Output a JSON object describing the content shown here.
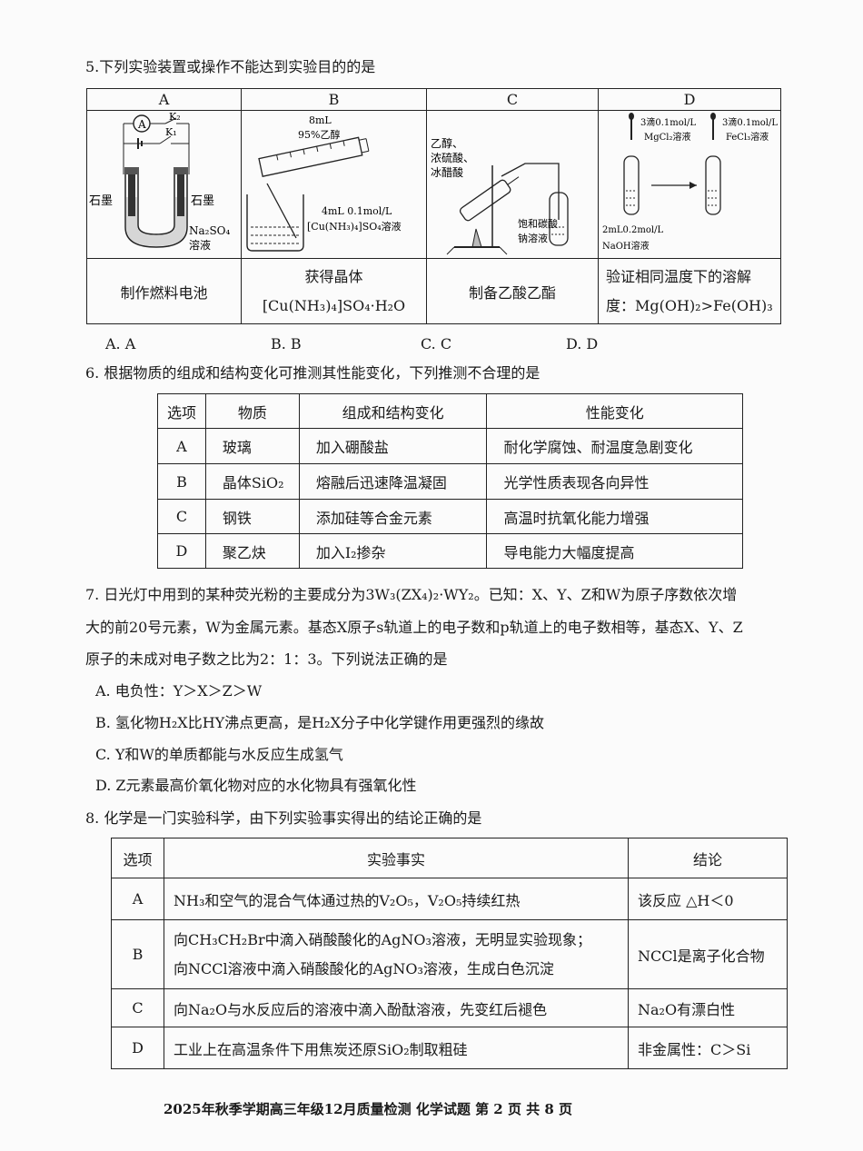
{
  "q5": {
    "stem": "5.下列实验装置或操作不能达到实验目的的是",
    "headers": [
      "A",
      "B",
      "C",
      "D"
    ],
    "labels": {
      "a_ammeter": "A",
      "a_k2": "K₂",
      "a_k1": "K₁",
      "a_left_electrode": "石墨",
      "a_right_electrode": "石墨",
      "a_solution_1": "Na₂SO₄",
      "a_solution_2": "溶液",
      "b_ethanol_1": "8mL",
      "b_ethanol_2": "95%乙醇",
      "b_sol_1": "4mL 0.1mol/L",
      "b_sol_2": "[Cu(NH₃)₄]SO₄溶液",
      "c_reagents_1": "乙醇、",
      "c_reagents_2": "浓硫酸、",
      "c_reagents_3": "冰醋酸",
      "c_receiver_1": "饱和碳酸",
      "c_receiver_2": "钠溶液",
      "d_drop1_1": "3滴0.1mol/L",
      "d_drop1_2": "MgCl₂溶液",
      "d_drop2_1": "3滴0.1mol/L",
      "d_drop2_2": "FeCl₃溶液",
      "d_base_1": "2mL0.2mol/L",
      "d_base_2": "NaOH溶液"
    },
    "purposes": {
      "a": "制作燃料电池",
      "b_1": "获得晶体",
      "b_2": "[Cu(NH₃)₄]SO₄·H₂O",
      "c": "制备乙酸乙酯",
      "d_1": "验证相同温度下的溶解",
      "d_2": "度：Mg(OH)₂>Fe(OH)₃"
    },
    "options": [
      "A.  A",
      "B.  B",
      "C.  C",
      "D.  D"
    ]
  },
  "q6": {
    "stem": "6. 根据物质的组成和结构变化可推测其性能变化，下列推测不合理的是",
    "headers": [
      "选项",
      "物质",
      "组成和结构变化",
      "性能变化"
    ],
    "rows": [
      [
        "A",
        "玻璃",
        "加入硼酸盐",
        "耐化学腐蚀、耐温度急剧变化"
      ],
      [
        "B",
        "晶体SiO₂",
        "熔融后迅速降温凝固",
        "光学性质表现各向异性"
      ],
      [
        "C",
        "钢铁",
        "添加硅等合金元素",
        "高温时抗氧化能力增强"
      ],
      [
        "D",
        "聚乙炔",
        "加入I₂掺杂",
        "导电能力大幅度提高"
      ]
    ]
  },
  "q7": {
    "line1": "7. 日光灯中用到的某种荧光粉的主要成分为3W₃(ZX₄)₂·WY₂。已知：X、Y、Z和W为原子序数依次增",
    "line2": "大的前20号元素，W为金属元素。基态X原子s轨道上的电子数和p轨道上的电子数相等，基态X、Y、Z",
    "line3": "原子的未成对电子数之比为2：1：3。下列说法正确的是",
    "options": [
      "A. 电负性：Y＞X＞Z＞W",
      "B. 氢化物H₂X比HY沸点更高，是H₂X分子中化学键作用更强烈的缘故",
      "C. Y和W的单质都能与水反应生成氢气",
      "D. Z元素最高价氧化物对应的水化物具有强氧化性"
    ]
  },
  "q8": {
    "stem": "8. 化学是一门实验科学，由下列实验事实得出的结论正确的是",
    "headers": [
      "选项",
      "实验事实",
      "结论"
    ],
    "rows": [
      {
        "opt": "A",
        "fact1": "NH₃和空气的混合气体通过热的V₂O₅，V₂O₅持续红热",
        "fact2": "",
        "conclusion": "该反应 △H＜0"
      },
      {
        "opt": "B",
        "fact1": "向CH₃CH₂Br中滴入硝酸酸化的AgNO₃溶液，无明显实验现象；",
        "fact2": "向NCCl溶液中滴入硝酸酸化的AgNO₃溶液，生成白色沉淀",
        "conclusion": "NCCl是离子化合物"
      },
      {
        "opt": "C",
        "fact1": "向Na₂O与水反应后的溶液中滴入酚酞溶液，先变红后褪色",
        "fact2": "",
        "conclusion": "Na₂O有漂白性"
      },
      {
        "opt": "D",
        "fact1": "工业上在高温条件下用焦炭还原SiO₂制取粗硅",
        "fact2": "",
        "conclusion": "非金属性：C＞Si"
      }
    ]
  },
  "footer": "2025年秋季学期高三年级12月质量检测  化学试题   第 2 页 共 8 页"
}
